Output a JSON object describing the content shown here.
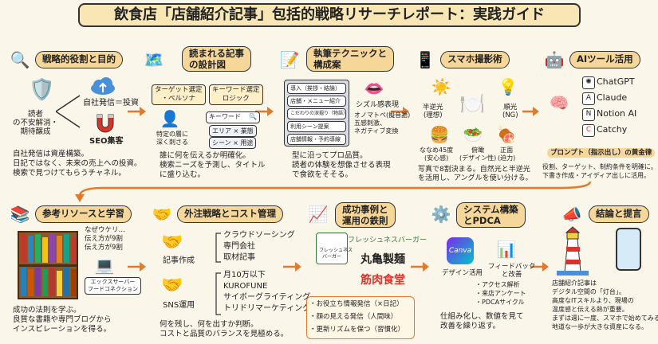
{
  "title": "飲食店「店舗紹介記事」包括的戦略リサーチレポート：実践ガイド",
  "colors": {
    "accent": "#e07a2e",
    "header_bg": "#f6d79a",
    "title_bg": "#f8e7b5",
    "background": "#fbf6ea",
    "cloud": "#4a90d9",
    "red": "#d9342b"
  },
  "s1": {
    "header": "戦略的役割と目的",
    "icon": "magnifier-icon",
    "left_note": "読者\nの不安解消・\n期待醸成",
    "branch_top": "自社発信＝投資",
    "branch_bottom": "SEO集客",
    "desc": "自社発信は資産構築。\n日記ではなく、未来の売上への投資。\n検索で見つけてもらうチャネル。"
  },
  "s2": {
    "header": "読まれる記事\nの設計図",
    "icon": "blueprint-icon",
    "box_a": "ターゲット選定\n・ペルソナ",
    "box_b": "キーワード選定\nロジック",
    "search_label": "キーワード",
    "kw1": "エリア × 業態",
    "kw2": "シーン × 用途",
    "person_note": "特定の層に\n深く刺さる",
    "desc": "誰に何を伝えるか明確化。\n検索ニーズを予測し、タイトル\nに盛り込む。"
  },
  "s3": {
    "header": "執筆テクニックと\n構成案",
    "icon": "pen-paper-icon",
    "steps": [
      "導入（挨拶・結論）",
      "店舗・メニュー紹介",
      "こだわりの深掘り（物語）",
      "利用シーン提案",
      "店舗情報・予約導線"
    ],
    "sizzle": "シズル感表現",
    "sizzle_words": "オノマトペ(擬音語)\n五感刺激、\nネガティブ変換",
    "desc": "型に沿ってプロ品質。\n読者の体験を想像させる表現\nで食欲をそそる。"
  },
  "s4": {
    "header": "スマホ撮影術",
    "icon": "smartphone-icon",
    "backlight": "半逆光\n(理想)",
    "frontlight": "順光\n(NG)",
    "angle1": "ななめ45度\n(安心感)",
    "angle2": "俯瞰\n(デザイン性)",
    "angle3": "正面\n(迫力)",
    "desc": "写真で8割決まる。自然光と半逆光\nを活用し、アングルを使い分ける。"
  },
  "s5": {
    "header": "AIツール活用",
    "icon": "robot-icon",
    "tools": [
      "ChatGPT",
      "Claude",
      "Notion AI",
      "Catchy"
    ],
    "prompt_label": "プロンプト（指示出し）の黄金律",
    "desc": "役割、ターゲット、制約条件を明確に。\n下書き作成・アイディア出しに活用。"
  },
  "s6": {
    "header": "参考リソースと学習",
    "icon": "books-icon",
    "bubble": "なぜウケリ…\n伝え方が9割\n伝え方が9割",
    "book_label": "エックスサーバー\nフードコネクション",
    "desc": "成功の法則を学ぶ。\n良質な書籍や専門ブログから\nインスピレーションを得る。"
  },
  "s7": {
    "header": "外注戦略とコスト管理",
    "icon": "handshake-icon",
    "writing_label": "記事作成",
    "writing_items": [
      "クラウドソーシング",
      "専門会社",
      "取材記事"
    ],
    "sns_label": "SNS運用",
    "sns_items": [
      "月10万以下",
      "KUROFUNE",
      "サイボーグライティング",
      "トリドリマーケティング"
    ],
    "desc": "何を残し、何を出すか判断。\nコストと品質のバランスを見極める。"
  },
  "s8": {
    "header": "成功事例と\n運用の鉄則",
    "icon": "growth-chart-icon",
    "brand1": "フレッシュネスバーガー",
    "brand1_logo": "フレッシュネス\nバーガー",
    "brand2": "丸亀製麺",
    "brand3": "筋肉食堂",
    "rules": [
      "・お役立ち情報発信（×日記）",
      "・顔の見える発信（人間味）",
      "・更新リズムを保つ（習慣化）"
    ]
  },
  "s9": {
    "header": "システム構築\nとPDCA",
    "icon": "gear-icon",
    "canva": "Canva",
    "canva_label": "デザイン活用",
    "feedback": "フィードバック\nと改善",
    "list": "・アクセス解析\n・来店アンケート\n・PDCAサイクル",
    "desc": "仕組み化し、数値を見て\n改善を繰り返す。"
  },
  "s10": {
    "header": "結論と提言",
    "icon": "megaphone-icon",
    "desc": "店舗紹介記事は\nデジタル空間の「灯台」。\n高度なITスキルより、現場の\n温度感と伝える熱が重要。\nまずは週に一度、スマホで始めてみる。\n地道な一歩が大きな資産になる。"
  }
}
